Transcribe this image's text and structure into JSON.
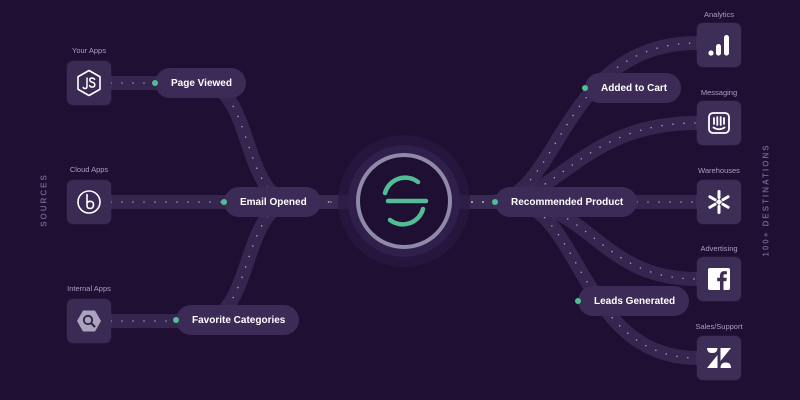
{
  "side_labels": {
    "left": "Sources",
    "right": "100+ Destinations"
  },
  "sources": [
    {
      "group": "Your Apps",
      "icon": "nodejs-icon"
    },
    {
      "group": "Cloud Apps",
      "icon": "b-logo-icon"
    },
    {
      "group": "Internal Apps",
      "icon": "hexagon-search-icon"
    }
  ],
  "events_left": [
    {
      "label": "Page Viewed"
    },
    {
      "label": "Email Opened"
    },
    {
      "label": "Favorite Categories"
    }
  ],
  "hub": {
    "icon": "segment-logo-icon",
    "accent": "#52bd94"
  },
  "events_right": [
    {
      "label": "Added to Cart"
    },
    {
      "label": "Recommended Product"
    },
    {
      "label": "Leads Generated"
    }
  ],
  "destinations": [
    {
      "group": "Analytics",
      "icon": "bar-chart-icon"
    },
    {
      "group": "Messaging",
      "icon": "intercom-icon"
    },
    {
      "group": "Warehouses",
      "icon": "snowflake-icon"
    },
    {
      "group": "Advertising",
      "icon": "facebook-icon"
    },
    {
      "group": "Sales/Support",
      "icon": "zendesk-icon"
    }
  ],
  "colors": {
    "background": "#1f0f33",
    "tile": "#3a2b55",
    "pill": "#3b2b56",
    "accent": "#52bd94"
  }
}
